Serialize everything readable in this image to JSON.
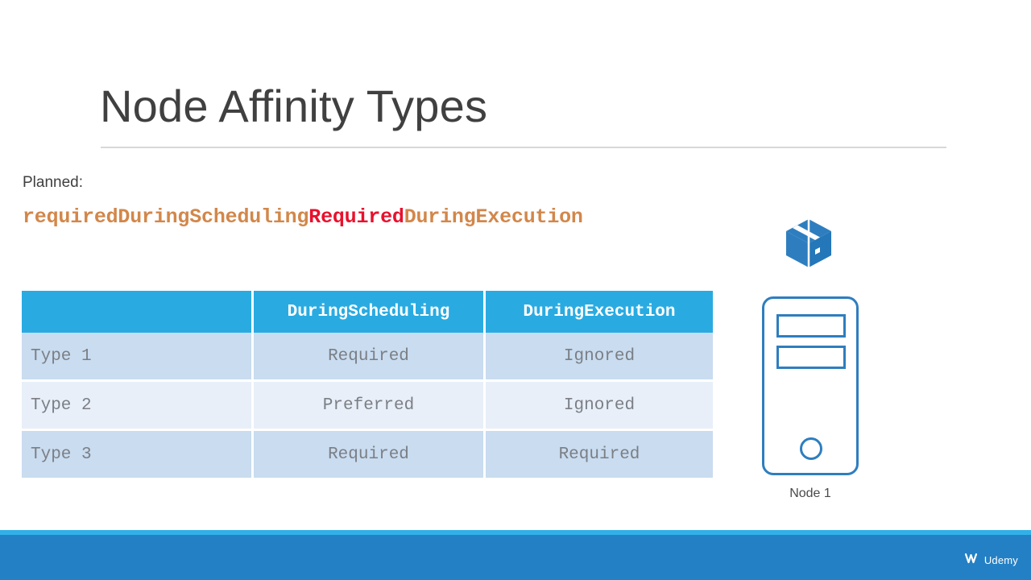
{
  "slide": {
    "title": "Node Affinity Types",
    "planned_label": "Planned:"
  },
  "code_line": {
    "segments": [
      {
        "text": "requiredDuringScheduling",
        "color": "#d2874a",
        "emphasis": "normal"
      },
      {
        "text": "Required",
        "color": "#e8112d",
        "emphasis": "strong"
      },
      {
        "text": "DuringExecution",
        "color": "#d2874a",
        "emphasis": "normal"
      }
    ],
    "full_text": "requiredDuringSchedulingRequiredDuringExecution"
  },
  "table": {
    "headers": [
      "",
      "DuringScheduling",
      "DuringExecution"
    ],
    "rows": [
      {
        "type": "Type 1",
        "during_scheduling": "Required",
        "during_execution": "Ignored"
      },
      {
        "type": "Type 2",
        "during_scheduling": "Preferred",
        "during_execution": "Ignored"
      },
      {
        "type": "Type 3",
        "during_scheduling": "Required",
        "during_execution": "Required"
      }
    ]
  },
  "node_diagram": {
    "pod_icon_name": "pod-box-icon",
    "server_icon_name": "server-tower-icon",
    "caption": "Node 1"
  },
  "footer": {
    "brand": "Udemy",
    "logo_icon_name": "udemy-logo-icon"
  },
  "colors": {
    "header_blue": "#29abe2",
    "row_odd": "#c9dcf0",
    "row_even": "#e8eff8",
    "node_blue": "#2e7ebf",
    "footer_band": "#2480c4",
    "footer_strip": "#31b0e8",
    "title_gray": "#404040",
    "code_orange": "#d2874a",
    "code_red": "#e8112d"
  }
}
